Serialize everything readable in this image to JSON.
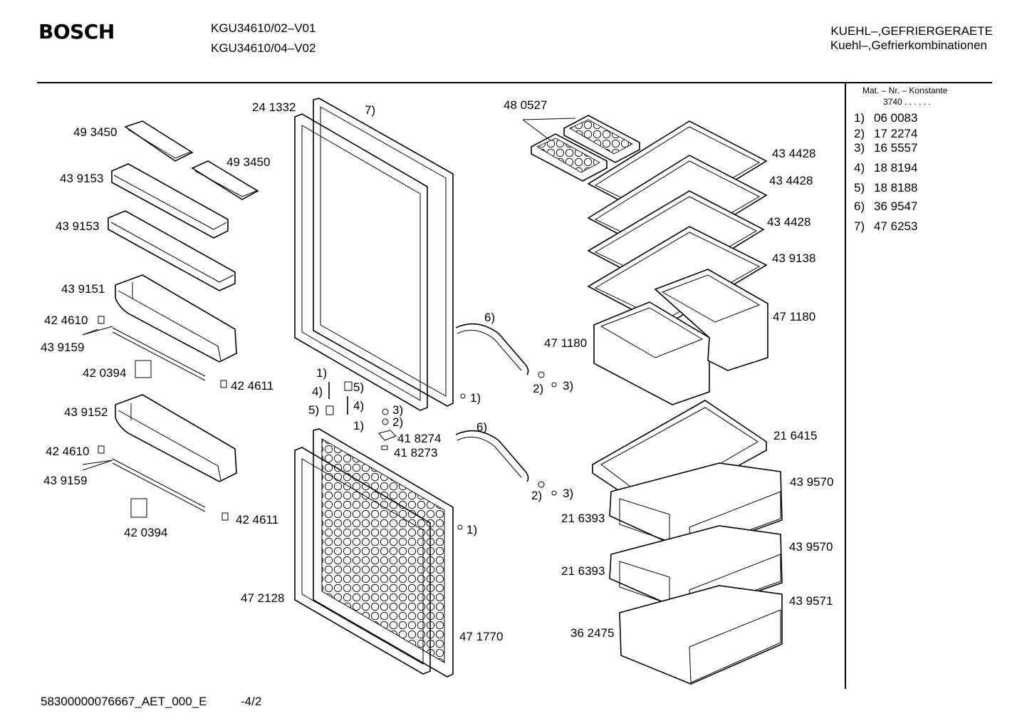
{
  "header": {
    "brand": "BOSCH",
    "model_1": "KGU34610/02–V01",
    "model_2": "KGU34610/04–V02",
    "category_1": "KUEHL–,GEFRIERGERAETE",
    "category_2": "Kuehl–,Gefrierkombinationen"
  },
  "legend": {
    "title": "Mat. – Nr. – Konstante",
    "constant": "3740 .  .  .  .  .  .",
    "items": [
      {
        "num": "1)",
        "code": "06 0083"
      },
      {
        "num": "2)",
        "code": "17 2274"
      },
      {
        "num": "3)",
        "code": "16 5557"
      },
      {
        "num": "4)",
        "code": "18 8194"
      },
      {
        "num": "5)",
        "code": "18 8188"
      },
      {
        "num": "6)",
        "code": "36 9547"
      },
      {
        "num": "7)",
        "code": "47 6253"
      }
    ]
  },
  "labels": {
    "l_493450_a": "49 3450",
    "l_493450_b": "49 3450",
    "l_439153_a": "43 9153",
    "l_439153_b": "43 9153",
    "l_439151": "43 9151",
    "l_424610_a": "42 4610",
    "l_439159_a": "43 9159",
    "l_420394_a": "42 0394",
    "l_424611_a": "42 4611",
    "l_439152": "43 9152",
    "l_424610_b": "42 4610",
    "l_439159_b": "43 9159",
    "l_420394_b": "42 0394",
    "l_424611_b": "42 4611",
    "l_241332": "24 1332",
    "l_7": "7)",
    "l_472128": "47 2128",
    "l_471770": "47 1770",
    "l_6a": "6)",
    "l_6b": "6)",
    "l_1a": "1)",
    "l_4a": "4)",
    "l_5a": "5)",
    "l_5b": "5)",
    "l_4b": "4)",
    "l_1b": "1)",
    "l_1c": "1)",
    "l_1d": "1)",
    "l_3a": "3)",
    "l_2a": "2)",
    "l_418274": "41 8274",
    "l_418273": "41 8273",
    "l_2b": "2)",
    "l_3b": "3)",
    "l_2c": "2)",
    "l_3c": "3)",
    "l_480527": "48 0527",
    "l_434428_a": "43 4428",
    "l_434428_b": "43 4428",
    "l_434428_c": "43 4428",
    "l_439138": "43 9138",
    "l_471180_a": "47 1180",
    "l_471180_b": "47 1180",
    "l_216415": "21 6415",
    "l_439570_a": "43 9570",
    "l_216393_a": "21 6393",
    "l_439570_b": "43 9570",
    "l_216393_b": "21 6393",
    "l_439571": "43 9571",
    "l_362475": "36 2475"
  },
  "footer": {
    "doc_id": "58300000076667_AET_000_E",
    "page": "-4/2"
  }
}
